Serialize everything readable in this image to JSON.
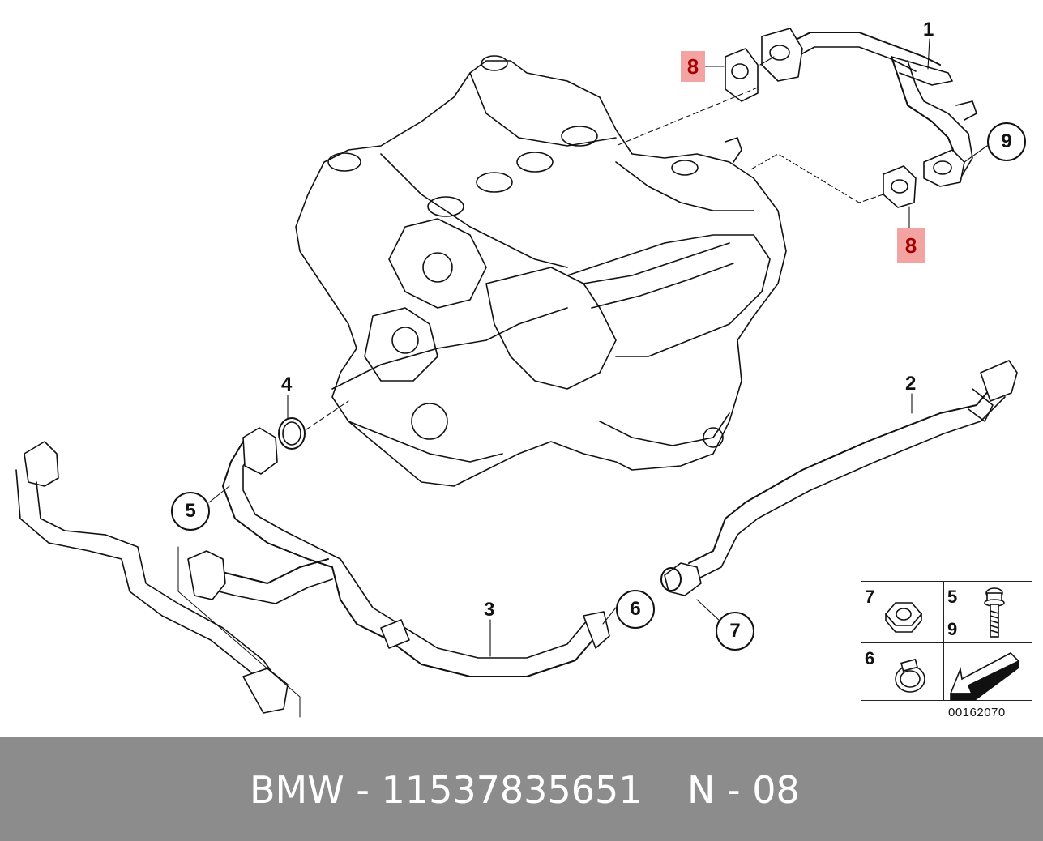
{
  "callouts": {
    "c1": "1",
    "c2": "2",
    "c3": "3",
    "c4": "4",
    "c5": "5",
    "c6": "6",
    "c7": "7",
    "c8a": "8",
    "c8b": "8",
    "c9": "9"
  },
  "inset": {
    "nut_label": "7",
    "screw_label_a": "5",
    "screw_label_b": "9",
    "clamp_label": "6"
  },
  "diagram_id": "00162070",
  "footer": {
    "part_text": "BMW - 11537835651",
    "position_text": "N - 08",
    "background_color": "#8c8c8c",
    "text_color": "#ffffff"
  },
  "colors": {
    "highlight_bg": "#f4a3a3",
    "highlight_text": "#a50000",
    "line": "#111111"
  }
}
